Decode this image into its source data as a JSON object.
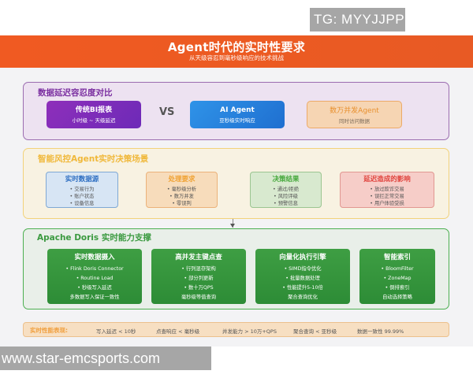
{
  "watermarks": {
    "tg": "TG: MYYJJPP",
    "url": "www.star-emcsports.com"
  },
  "header": {
    "title": "Agent时代的实时性要求",
    "subtitle": "从天级容忍到毫秒级响应的技术挑战"
  },
  "latency_section": {
    "title": "数据延迟容忍度对比",
    "traditional": {
      "title": "传统BI报表",
      "subtitle": "小时级 ~ 天级延迟"
    },
    "vs": "VS",
    "ai_agent": {
      "title": "AI Agent",
      "subtitle": "亚秒级实时响应"
    },
    "concurrency": {
      "title": "数万并发Agent",
      "subtitle": "同时访问数据"
    }
  },
  "risk_section": {
    "title": "智能风控Agent实时决策场景",
    "cards": [
      {
        "title": "实时数据源",
        "items": [
          "• 交易行为",
          "• 账户状态",
          "• 设备信息"
        ]
      },
      {
        "title": "处理要求",
        "items": [
          "• 毫秒级分析",
          "• 数万并发",
          "• 零误判"
        ]
      },
      {
        "title": "决策结果",
        "items": [
          "• 通过/拒绝",
          "• 风险评级",
          "• 预警信息"
        ]
      },
      {
        "title": "延迟造成的影响",
        "items": [
          "• 放过欺诈交易",
          "• 误拦正常交易",
          "• 用户体验受损"
        ]
      }
    ]
  },
  "doris_section": {
    "title": "Apache Doris 实时能力支撑",
    "cards": [
      {
        "title": "实时数据摄入",
        "items": [
          "• Flink Doris Connector",
          "• Routine Load",
          "• 秒级写入延迟",
          "多数据写入保证一致性"
        ]
      },
      {
        "title": "高并发主键点查",
        "items": [
          "• 行列混存架构",
          "• 部分列更新",
          "• 数十万QPS",
          "毫秒级等值查询"
        ]
      },
      {
        "title": "向量化执行引擎",
        "items": [
          "• SIMD指令优化",
          "• 批量数据处理",
          "• 性能提升5-10倍",
          "聚合查询优化"
        ]
      },
      {
        "title": "智能索引",
        "items": [
          "• BloomFilter",
          "• ZoneMap",
          "• 倒排索引",
          "自动选择策略"
        ]
      }
    ]
  },
  "metrics_bar": {
    "label": "实时性能表现:",
    "items": [
      "写入延迟 < 10秒",
      "点查响应 < 毫秒级",
      "并发能力 > 10万+QPS",
      "聚合查询 < 亚秒级",
      "数据一致性 99.99%"
    ]
  },
  "colors": {
    "banner": "#ec5a22",
    "purple": "#7a2ea0",
    "blue": "#1f6fd0",
    "orange": "#f0a234",
    "green": "#3b9a40",
    "red": "#e0443e"
  }
}
